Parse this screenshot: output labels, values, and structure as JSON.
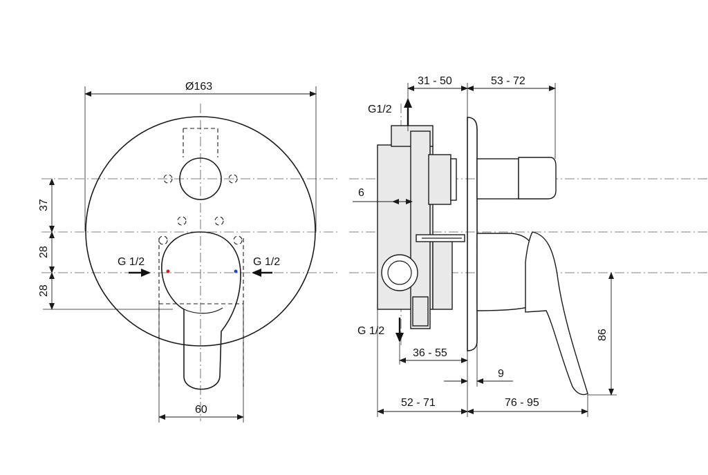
{
  "front_view": {
    "dimensions": {
      "diameter": "Ø163",
      "width_bottom": "60",
      "vertical_top": "37",
      "vertical_mid": "28",
      "vertical_bottom": "28"
    },
    "connections": {
      "left": "G 1/2",
      "right": "G 1/2"
    },
    "marker_colors": {
      "hot": "#cc2222",
      "cold": "#2244cc"
    }
  },
  "side_view": {
    "dimensions": {
      "top_left": "31 - 50",
      "top_right": "53 - 72",
      "box_inset": "6",
      "lower_left": "36 - 55",
      "plate_thickness": "9",
      "bottom_left": "52 - 71",
      "bottom_right": "76 - 95",
      "lever_height": "86"
    },
    "connections": {
      "top": "G1/2",
      "bottom": "G 1/2"
    }
  }
}
